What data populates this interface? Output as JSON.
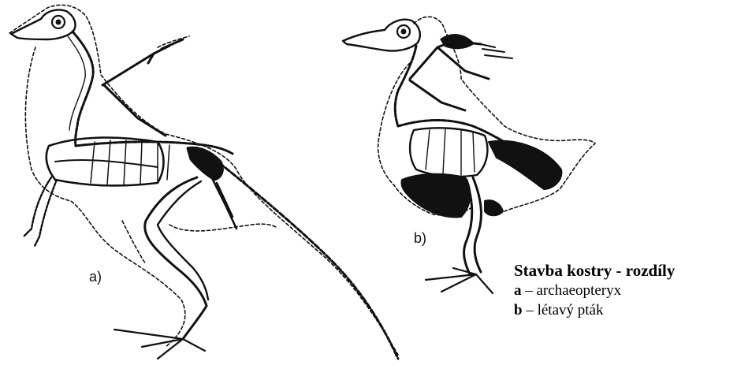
{
  "figure": {
    "label_a": "a)",
    "label_b": "b)"
  },
  "caption": {
    "title": "Stavba kostry - rozdíly",
    "items": [
      {
        "key": "a",
        "sep": " – ",
        "text": "archaeopteryx"
      },
      {
        "key": "b",
        "sep": " – ",
        "text": "létavý pták"
      }
    ]
  }
}
